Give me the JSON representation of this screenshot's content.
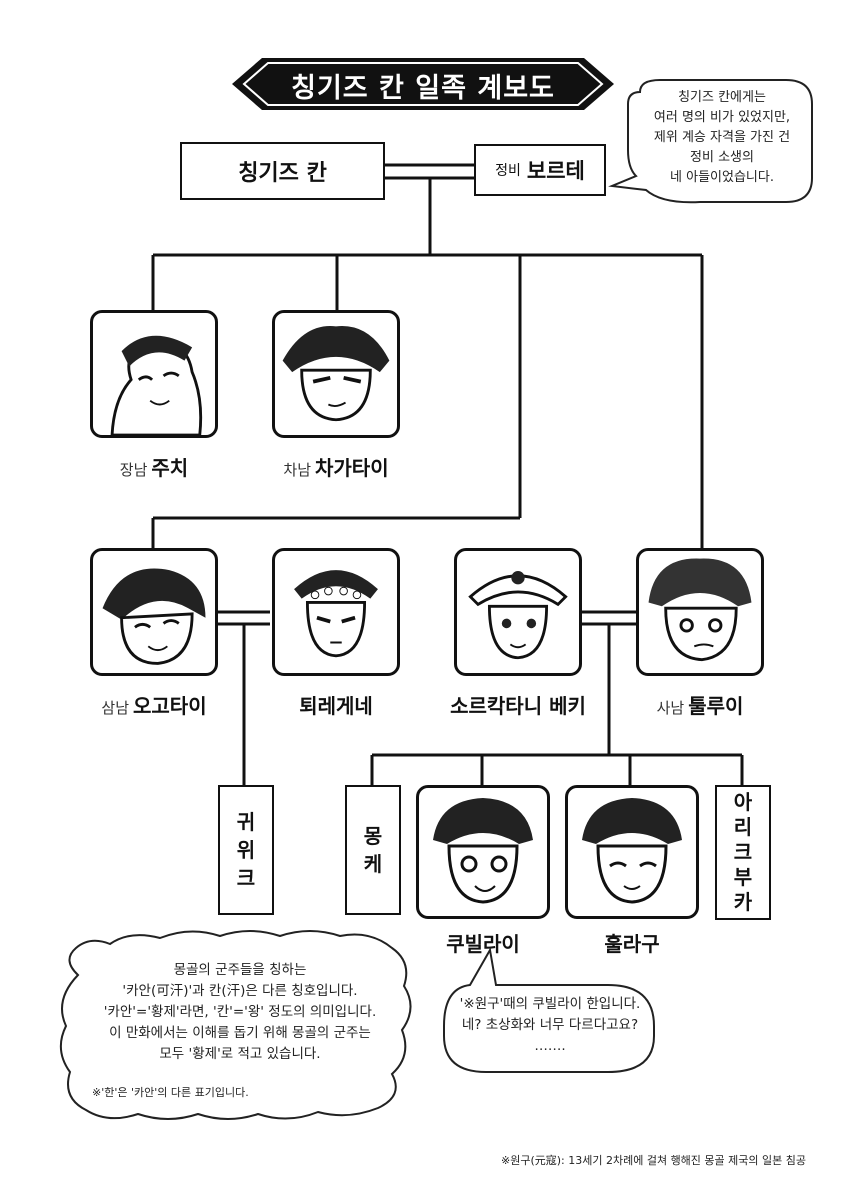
{
  "title": "칭기즈 칸 일족 계보도",
  "genghis": {
    "name": "칭기즈 칸"
  },
  "borte": {
    "role": "정비",
    "name": "보르테"
  },
  "top_bubble": [
    "칭기즈 칸에게는",
    "여러 명의 비가 있었지만,",
    "제위 계승 자격을 가진 건",
    "정비 소생의",
    "네 아들이었습니다."
  ],
  "sons": {
    "jochi": {
      "role": "장남",
      "name": "주치"
    },
    "chagatai": {
      "role": "차남",
      "name": "차가타이"
    },
    "ogedei": {
      "role": "삼남",
      "name": "오고타이"
    },
    "tolui": {
      "role": "사남",
      "name": "툴루이"
    }
  },
  "spouses": {
    "toregene": {
      "name": "퇴레게네"
    },
    "sorghaghtani": {
      "name": "소르칵타니 베키"
    }
  },
  "grandsons": {
    "guyuk": [
      "귀",
      "위",
      "크"
    ],
    "mongke": [
      "몽",
      "케"
    ],
    "kublai": {
      "name": "쿠빌라이"
    },
    "hulagu": {
      "name": "훌라구"
    },
    "ariq": [
      "아",
      "리",
      "크",
      "부",
      "카"
    ]
  },
  "left_note": [
    "몽골의 군주들을 칭하는",
    "'카안(可汗)'과 칸(汗)은 다른 칭호입니다.",
    "'카안'='황제'라면, '칸'='왕' 정도의 의미입니다.",
    "이 만화에서는 이해를 돕기 위해 몽골의 군주는",
    "모두 '황제'로 적고 있습니다."
  ],
  "left_note_sub": "※'한'은 '카안'의 다른 표기입니다.",
  "right_bubble": [
    "'※원구'때의 쿠빌라이 한입니다.",
    "네? 초상화와 너무 다르다고요?",
    "……."
  ],
  "footnote": "※원구(元寇): 13세기 2차례에 걸쳐 행해진 몽골 제국의 일본 침공"
}
